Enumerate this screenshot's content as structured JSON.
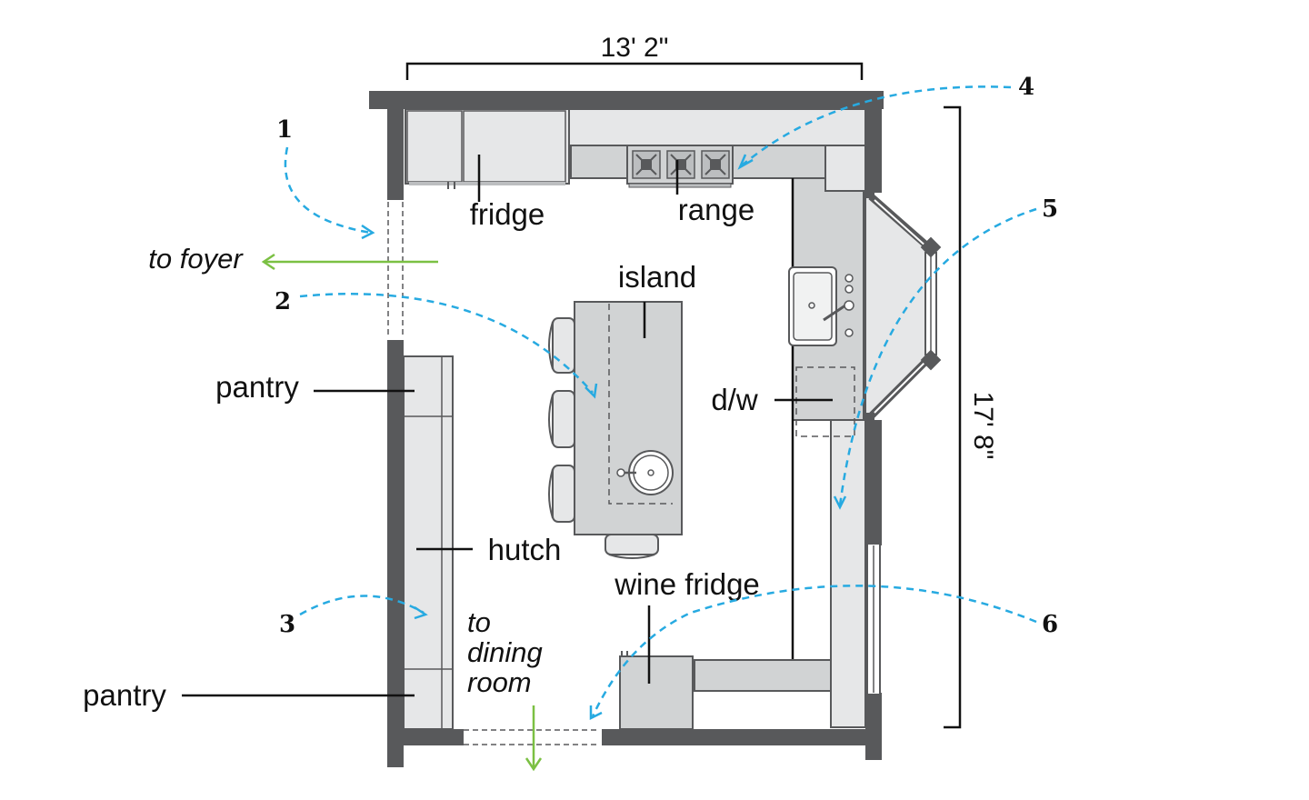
{
  "dimensions": {
    "width": "13' 2\"",
    "height": "17' 8\""
  },
  "labels": {
    "fridge": "fridge",
    "range": "range",
    "island": "island",
    "dw": "d/w",
    "pantry_top": "pantry",
    "pantry_bottom": "pantry",
    "hutch": "hutch",
    "wine_fridge": "wine fridge"
  },
  "directions": {
    "to_foyer": "to foyer",
    "to_dining_line1": "to",
    "to_dining_line2": "dining",
    "to_dining_line3": "room"
  },
  "viewpoints": [
    "1",
    "2",
    "3",
    "4",
    "5",
    "6"
  ],
  "colors": {
    "wall": "#58595b",
    "counter": "#d1d3d4",
    "viewpoint_arrow": "#27aae1",
    "direction_arrow": "#7bc043"
  }
}
